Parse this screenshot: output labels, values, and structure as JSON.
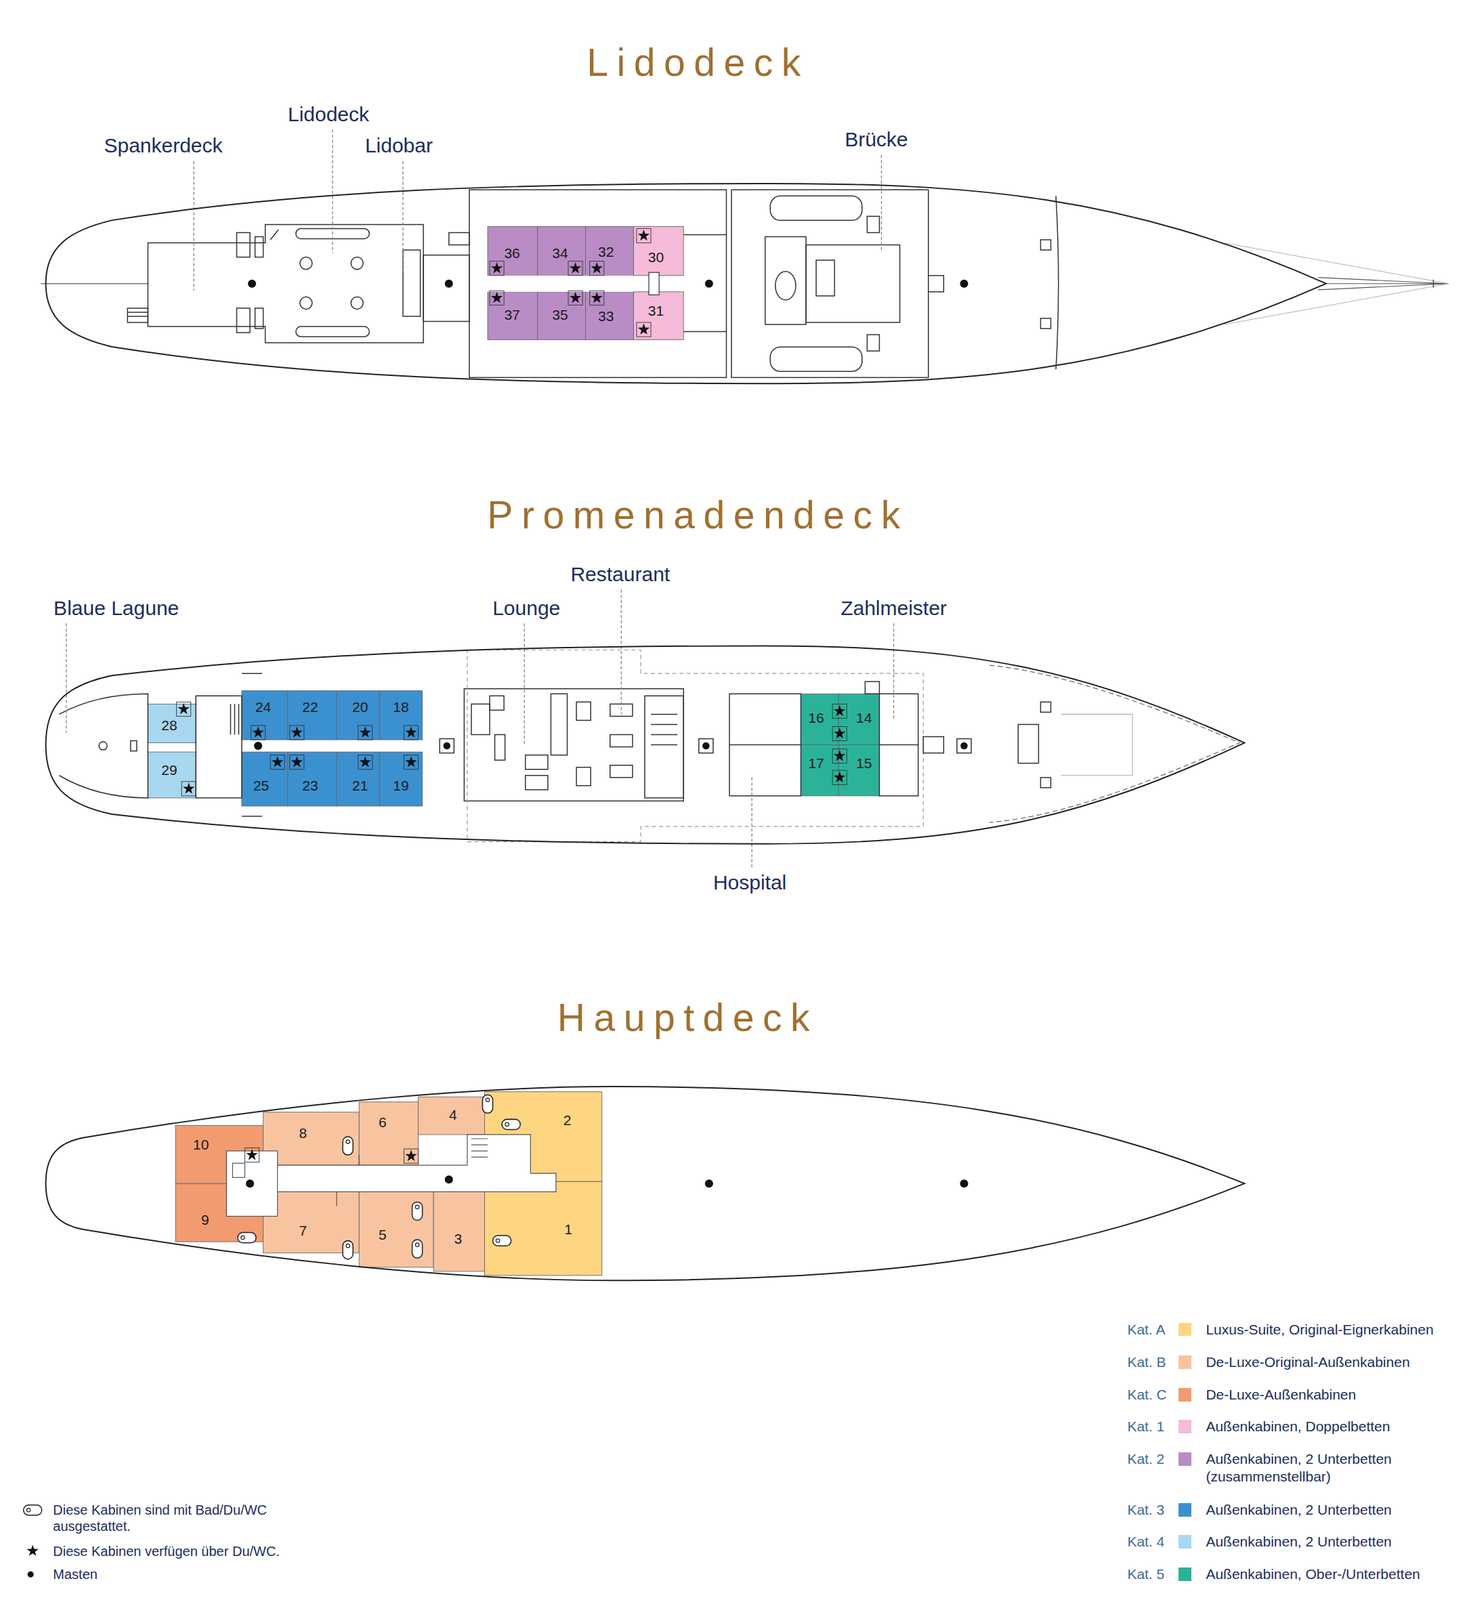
{
  "diagram": {
    "nodes": [
      {
        "text": [
          "Lidodeck"
        ]
      },
      {
        "text": [
          "36"
        ],
        "in": 0
      },
      {
        "text": [
          "34"
        ],
        "in": 0
      },
      {
        "text": [
          "32"
        ],
        "in": 0
      },
      {
        "text": [
          "30"
        ],
        "in": 0
      },
      {
        "text": [
          "37"
        ],
        "in": 0
      },
      {
        "text": [
          "35"
        ],
        "in": 0
      },
      {
        "text": [
          "33"
        ],
        "in": 0
      },
      {
        "text": [
          "31"
        ],
        "in": 0
      },
      {
        "text": [
          "Promenadendeck"
        ]
      },
      {
        "text": [
          "28"
        ],
        "in": 9
      },
      {
        "text": [
          "24"
        ],
        "in": 9
      },
      {
        "text": [
          "22"
        ],
        "in": 9
      },
      {
        "text": [
          "20"
        ],
        "in": 9
      },
      {
        "text": [
          "18"
        ],
        "in": 9
      },
      {
        "text": [
          "16"
        ],
        "in": 9
      },
      {
        "text": [
          "14"
        ],
        "in": 9
      },
      {
        "text": [
          "29"
        ],
        "in": 9
      },
      {
        "text": [
          "25"
        ],
        "in": 9
      },
      {
        "text": [
          "23"
        ],
        "in": 9
      },
      {
        "text": [
          "21"
        ],
        "in": 9
      },
      {
        "text": [
          "19"
        ],
        "in": 9
      },
      {
        "text": [
          "17"
        ],
        "in": 9
      },
      {
        "text": [
          "15"
        ],
        "in": 9
      },
      {
        "text": [
          "Hauptdeck"
        ]
      },
      {
        "text": [
          "10"
        ],
        "in": 24
      },
      {
        "text": [
          "8"
        ],
        "in": 24
      },
      {
        "text": [
          "6"
        ],
        "in": 24
      },
      {
        "text": [
          "4"
        ],
        "in": 24
      },
      {
        "text": [
          "2"
        ],
        "in": 24
      },
      {
        "text": [
          "9"
        ],
        "in": 24
      },
      {
        "text": [
          "7"
        ],
        "in": 24
      },
      {
        "text": [
          "5"
        ],
        "in": 24
      },
      {
        "text": [
          "3"
        ],
        "in": 24
      },
      {
        "text": [
          "1"
        ],
        "in": 24
      }
    ],
    "labels": [
      "Spankerdeck",
      "Lidodeck",
      "Lidobar",
      "Brücke",
      "Blaue Lagune",
      "Lounge",
      "Restaurant",
      "Zahlmeister",
      "Hospital",
      "Kat. A",
      "Kat. B",
      "Kat. C",
      "Kat. 1",
      "Kat. 2",
      "Kat. 3",
      "Kat. 4",
      "Kat. 5"
    ],
    "legend": [
      {
        "text": "Luxus-Suite, Original-Eignerkabinen",
        "color": "#fed580"
      },
      {
        "text": "De-Luxe-Original-Außenkabinen",
        "color": "#f8c4a0"
      },
      {
        "text": "De-Luxe-Außenkabinen",
        "color": "#f29b70"
      },
      {
        "text": "Außenkabinen, Doppelbetten",
        "color": "#f5bbd9"
      },
      {
        "text": "Außenkabinen, 2 Unterbetten (zusammenstellbar)",
        "color": "#b98cc6"
      },
      {
        "text": "Außenkabinen, 2 Unterbetten",
        "color": "#3b90d0"
      },
      {
        "text": "Außenkabinen, 2 Unterbetten",
        "color": "#a8d7f0"
      },
      {
        "text": "Außenkabinen, Ober-/Unterbetten",
        "color": "#2bb39a"
      },
      {
        "text": "Diese Kabinen sind mit Bad/Du/WC ausgestattet."
      },
      {
        "text": "Diese Kabinen verfügen über Du/WC."
      },
      {
        "text": "Masten"
      }
    ]
  }
}
